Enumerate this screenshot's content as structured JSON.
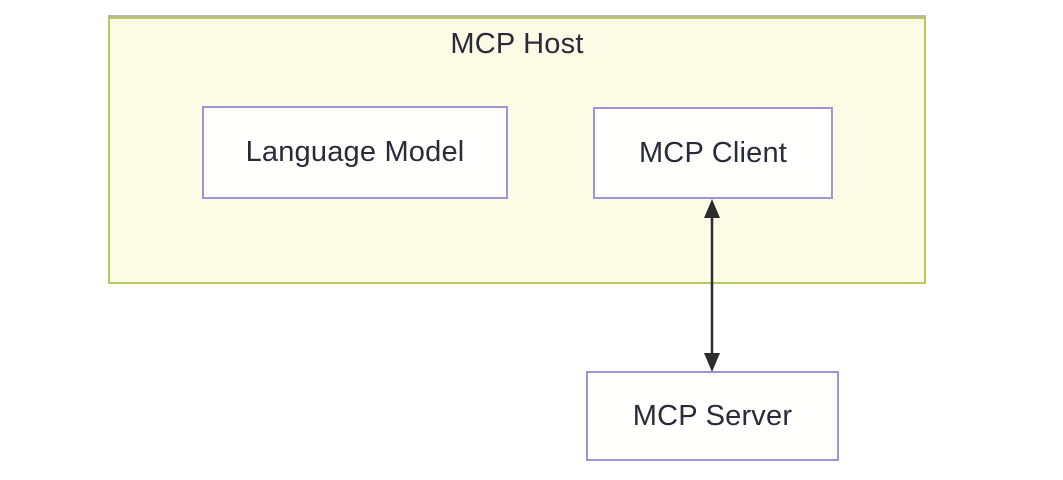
{
  "diagram": {
    "host": {
      "label": "MCP Host"
    },
    "nodes": [
      {
        "id": "language-model",
        "label": "Language Model"
      },
      {
        "id": "mcp-client",
        "label": "MCP Client"
      },
      {
        "id": "mcp-server",
        "label": "MCP Server"
      }
    ],
    "edges": [
      {
        "from": "mcp-client",
        "to": "mcp-server",
        "style": "bidirectional-arrow"
      }
    ],
    "colors": {
      "background": "#ffffff",
      "host_fill": "#fcfce6",
      "host_border": "#bcc75e",
      "node_fill": "#fffffe",
      "node_border": "#9f94d8",
      "text": "#2a2a3a",
      "arrow": "#2c2c2c"
    }
  }
}
